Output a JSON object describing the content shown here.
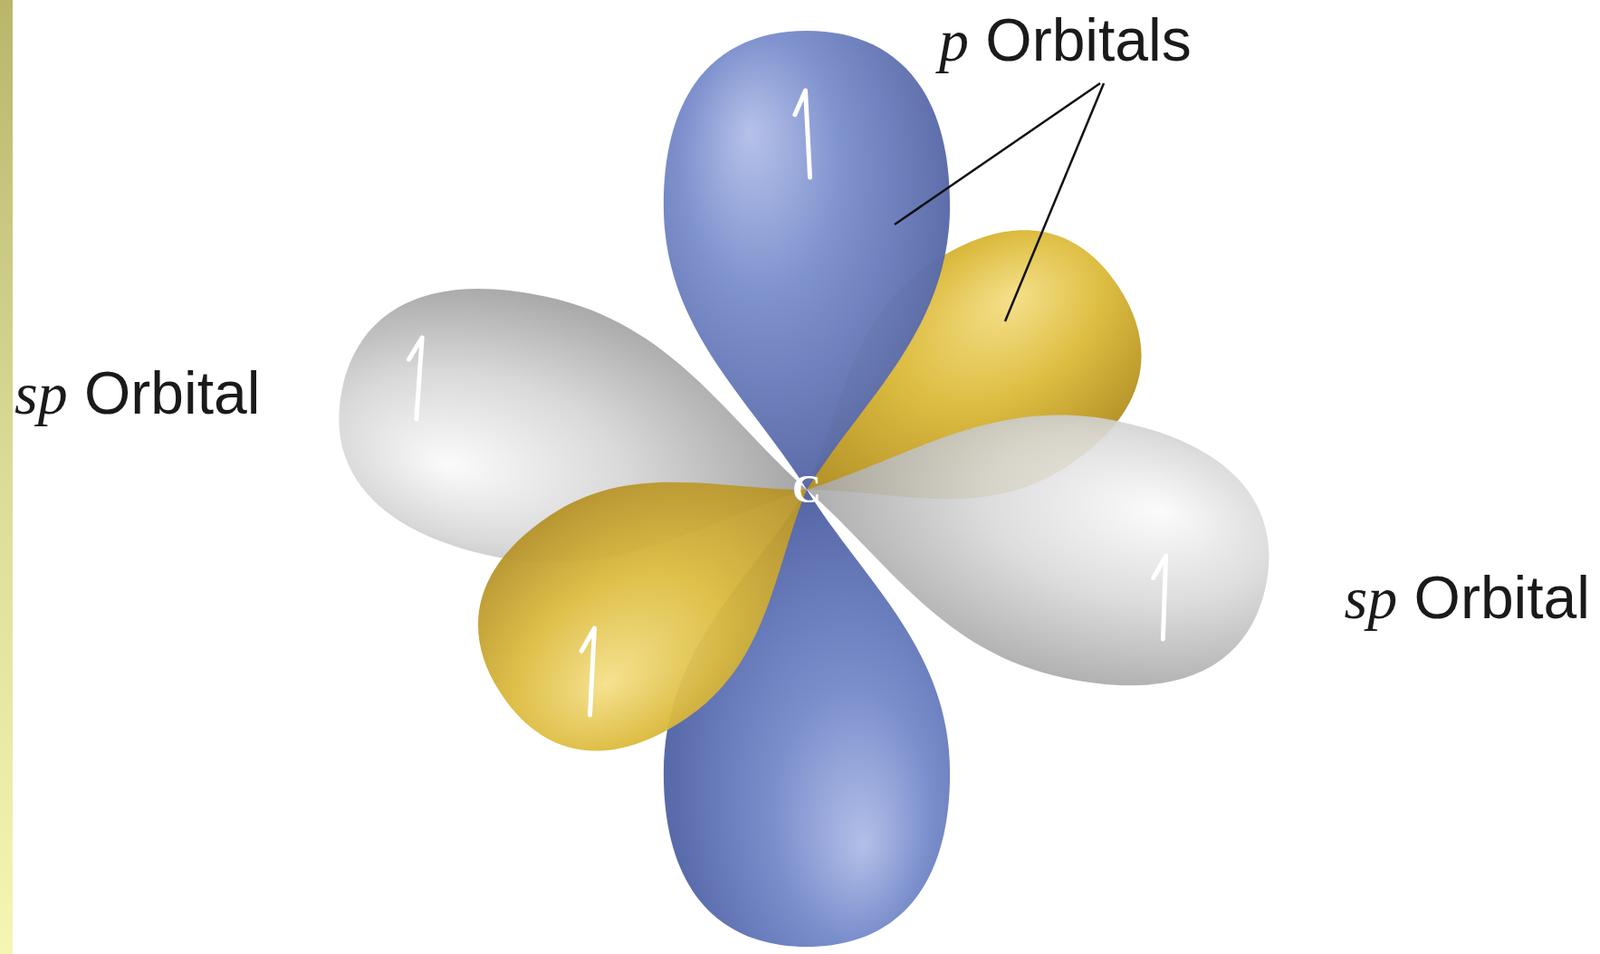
{
  "diagram": {
    "labels": [
      "p Orbitals",
      "sp Orbital",
      "C",
      "sp Orbital"
    ]
  }
}
